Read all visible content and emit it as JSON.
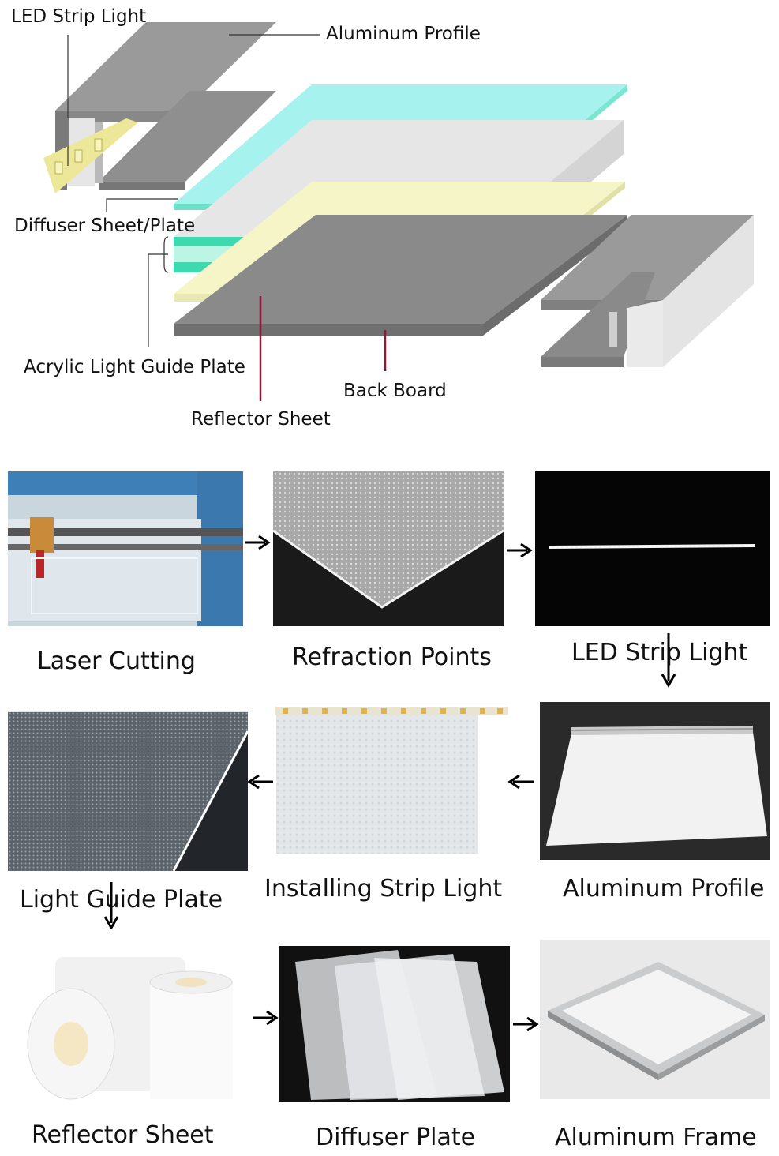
{
  "exploded_view": {
    "labels": {
      "led_strip_light": "LED Strip Light",
      "aluminum_profile": "Aluminum Profile",
      "diffuser_sheet_plate": "Diffuser Sheet/Plate",
      "acrylic_light_guide_plate": "Acrylic Light Guide Plate",
      "back_board": "Back Board",
      "reflector_sheet": "Reflector Sheet"
    }
  },
  "process_steps": [
    {
      "caption": "Laser Cutting"
    },
    {
      "caption": "Refraction Points"
    },
    {
      "caption": "LED Strip Light"
    },
    {
      "caption": "Aluminum Profile"
    },
    {
      "caption": "Installing Strip Light"
    },
    {
      "caption": "Light Guide Plate"
    },
    {
      "caption": "Reflector Sheet"
    },
    {
      "caption": "Diffuser Plate"
    },
    {
      "caption": "Aluminum Frame"
    }
  ],
  "colors": {
    "profile_gray": "#8c8c8c",
    "diffuser_cyan": "#a6f2ee",
    "guide_green": "#3fd9b0",
    "reflector_yellow": "#f5f5c8",
    "back_board_gray": "#7d7d7d",
    "leader_red": "#8b1a3a",
    "machine_blue": "#3f7fb8"
  }
}
